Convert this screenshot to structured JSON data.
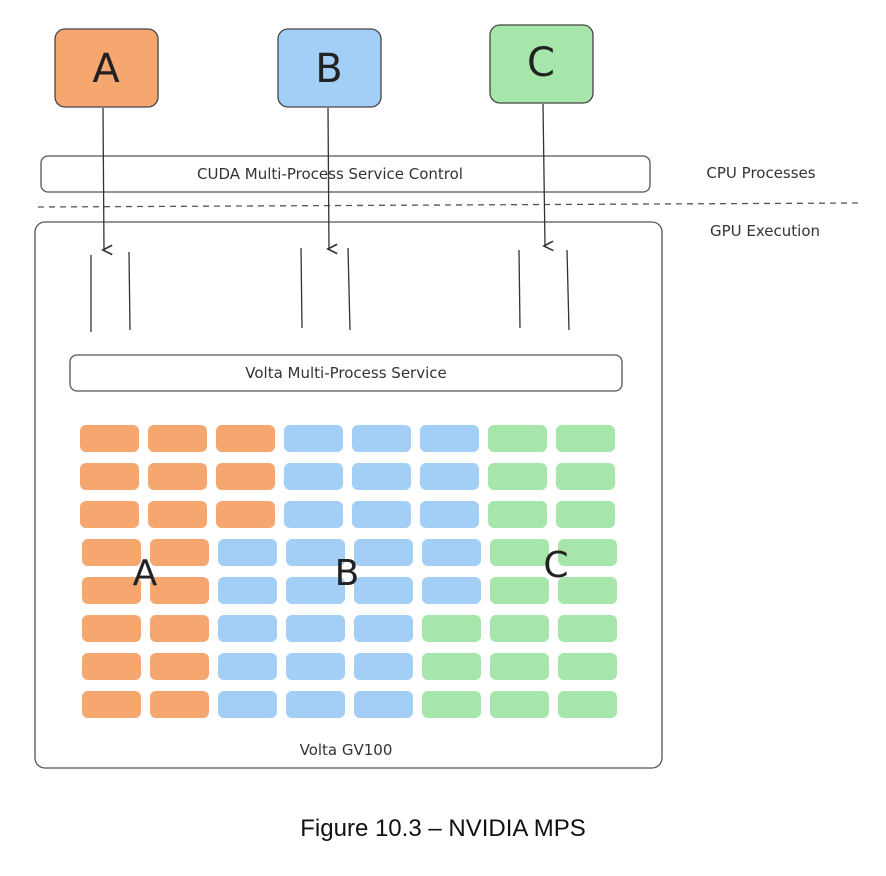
{
  "processes": [
    {
      "label": "A",
      "color": "#f6a770"
    },
    {
      "label": "B",
      "color": "#a3cff7"
    },
    {
      "label": "C",
      "color": "#a6e6aa"
    }
  ],
  "mps_control_label": "CUDA Multi-Process Service Control",
  "cpu_processes_label": "CPU Processes",
  "gpu_execution_label": "GPU Execution",
  "volta_mps_label": "Volta Multi-Process Service",
  "gpu_label": "Volta GV100",
  "grid": {
    "row_columns": [
      [
        "A",
        "A",
        "A",
        "B",
        "B",
        "B",
        "C",
        "C"
      ],
      [
        "A",
        "A",
        "A",
        "B",
        "B",
        "B",
        "C",
        "C"
      ],
      [
        "A",
        "A",
        "A",
        "B",
        "B",
        "B",
        "C",
        "C"
      ],
      [
        "A",
        "A",
        "B",
        "B",
        "B",
        "B",
        "C",
        "C"
      ],
      [
        "A",
        "A",
        "B",
        "B",
        "B",
        "B",
        "C",
        "C"
      ],
      [
        "A",
        "A",
        "B",
        "B",
        "B",
        "C",
        "C",
        "C"
      ],
      [
        "A",
        "A",
        "B",
        "B",
        "B",
        "C",
        "C",
        "C"
      ],
      [
        "A",
        "A",
        "B",
        "B",
        "B",
        "C",
        "C",
        "C"
      ]
    ],
    "region_labels": [
      "A",
      "B",
      "C"
    ]
  },
  "caption": "Figure 10.3 – NVIDIA MPS"
}
